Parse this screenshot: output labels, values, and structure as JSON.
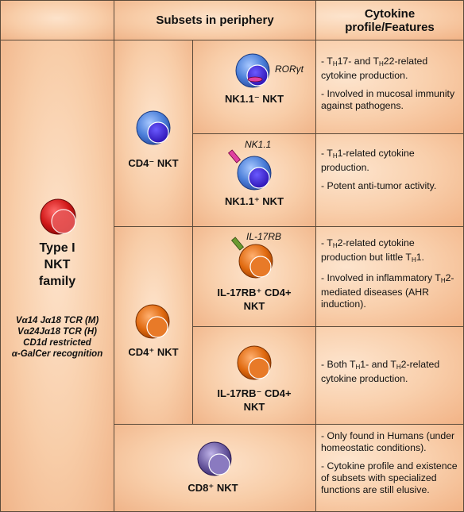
{
  "headers": {
    "subsets": "Subsets in periphery",
    "features": "Cytokine profile/Features"
  },
  "family": {
    "title_lines": [
      "Type I",
      "NKT",
      "family"
    ],
    "details": [
      "Vα14 Jα18 TCR (M)",
      "Vα24Jα18 TCR (H)",
      "CD1d restricted",
      "α-GalCer recognition"
    ]
  },
  "groups": {
    "cd4neg": "CD4⁻ NKT",
    "cd4pos": "CD4⁺ NKT",
    "cd8pos": "CD8⁺ NKT"
  },
  "subsets": {
    "nk11neg": {
      "label": "NK1.1⁻ NKT",
      "marker": "RORγt"
    },
    "nk11pos": {
      "label": "NK1.1⁺ NKT",
      "marker": "NK1.1"
    },
    "il17rbpos": {
      "label_lines": [
        "IL-17RB⁺ CD4+",
        "NKT"
      ],
      "marker": "IL-17RB"
    },
    "il17rbneg": {
      "label_lines": [
        "IL-17RB⁻ CD4+",
        "NKT"
      ]
    }
  },
  "features": {
    "nk11neg": [
      "- TH17- and TH22-related cytokine production.",
      "- Involved in mucosal immunity against pathogens."
    ],
    "nk11pos": [
      "- TH1-related cytokine production.",
      "- Potent anti-tumor activity."
    ],
    "il17rbpos": [
      "- TH2-related cytokine production but little TH1.",
      "- Involved in inflammatory TH2-mediated diseases (AHR induction)."
    ],
    "il17rbneg": [
      "- Both TH1- and TH2-related cytokine production."
    ],
    "cd8pos": [
      "- Only found in Humans (under homeostatic conditions).",
      "- Cytokine profile and existence of subsets with specialized functions are still elusive."
    ]
  },
  "colors": {
    "blue_outer": "#4a7ed8",
    "blue_inner": "#3a1ec8",
    "red_outer": "#cc1010",
    "orange_outer": "#e06a10",
    "purple_outer": "#6a5aa0",
    "marker_pink": "#e040a0",
    "marker_green": "#6a9a30"
  }
}
